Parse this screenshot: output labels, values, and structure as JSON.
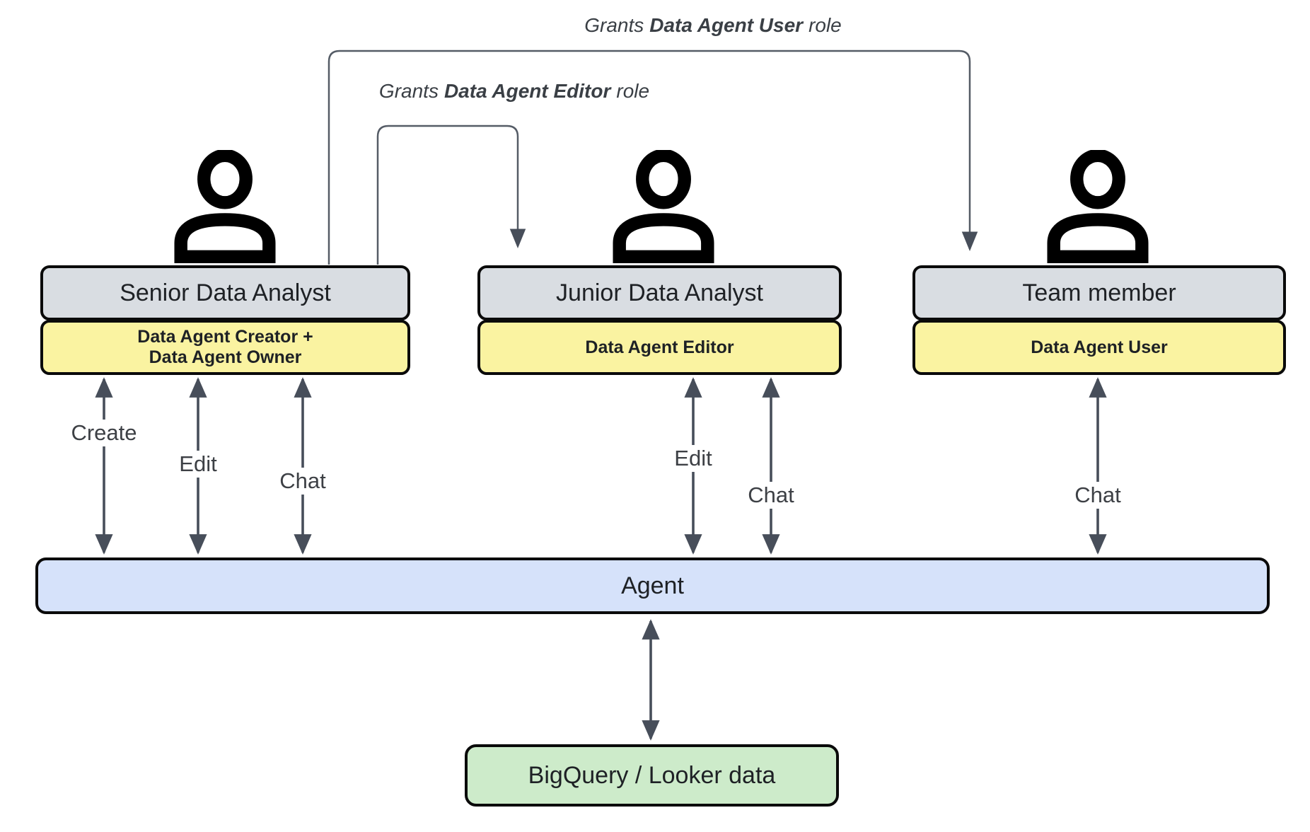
{
  "colors": {
    "arrow": "#474e5a",
    "connector": "#555c66",
    "border": "#0a0a0a",
    "actor_fill": "#d9dde2",
    "role_fill": "#faf3a1",
    "agent_fill": "#d6e2fa",
    "datastore_fill": "#cdebca",
    "title_text": "#1e2125",
    "action_text": "#3d4045",
    "grant_text": "#3a3f45"
  },
  "diagram": {
    "grants": [
      {
        "prefix": "Grants",
        "bold": "Data Agent User",
        "suffix": "role"
      },
      {
        "prefix": "Grants",
        "bold": "Data Agent Editor",
        "suffix": "role"
      }
    ],
    "actors": [
      {
        "title": "Senior Data Analyst",
        "roles": [
          "Data Agent Creator +",
          "Data Agent Owner"
        ]
      },
      {
        "title": "Junior Data Analyst",
        "roles": [
          "Data Agent Editor"
        ]
      },
      {
        "title": "Team member",
        "roles": [
          "Data Agent User"
        ]
      }
    ],
    "action_arrows": [
      {
        "label": "Create"
      },
      {
        "label": "Edit"
      },
      {
        "label": "Chat"
      },
      {
        "label": "Edit"
      },
      {
        "label": "Chat"
      },
      {
        "label": "Chat"
      }
    ],
    "agent": {
      "label": "Agent"
    },
    "datastore": {
      "label": "BigQuery / Looker data"
    }
  }
}
